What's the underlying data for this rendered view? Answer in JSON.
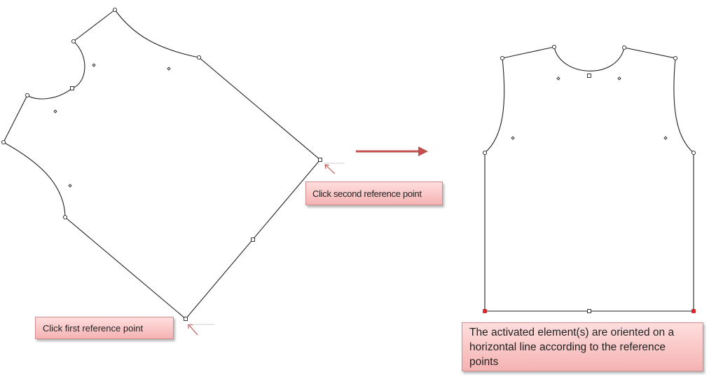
{
  "callouts": {
    "second_reference_point": "Click second reference point",
    "first_reference_point": "Click first reference point",
    "result_description": "The activated element(s) are oriented on a horizontal line according to the reference points"
  },
  "colors": {
    "outline": "#222222",
    "arrow": "#c0504d",
    "callout_fill": "#f8c0c0",
    "callout_border": "#d08c8c",
    "reference_point_marker": "#e8202a"
  },
  "icons": {
    "transition_arrow": "right-arrow-icon",
    "pointer": "cursor-arrow-icon"
  }
}
